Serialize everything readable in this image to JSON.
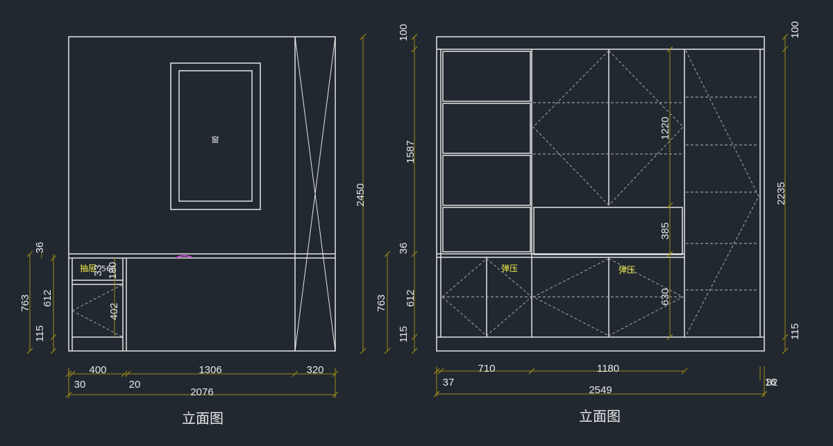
{
  "left": {
    "title": "立面图",
    "window_label": "窗",
    "drawer_label": "抽屉",
    "drawer_note": "560",
    "dims": {
      "total_height": "2450",
      "top_gap": "36",
      "lower_height": "763",
      "lower_inner": "612",
      "base": "115",
      "drawer_a": "33",
      "drawer_b": "180",
      "lower_cell": "402",
      "w_400": "400",
      "w_1306": "1306",
      "w_320": "320",
      "w_30": "30",
      "w_20": "20",
      "total_width": "2076"
    }
  },
  "right": {
    "title": "立面图",
    "push_label_1": "弹压",
    "push_label_2": "弹压",
    "dims": {
      "top_left": "100",
      "top_right": "100",
      "upper_left": "1587",
      "mid_left": "36",
      "lower_left": "763",
      "lower_inner_left": "612",
      "base_left": "115",
      "upper_right_1220": "1220",
      "mid_right_385": "385",
      "lower_right_630": "630",
      "total_right": "2235",
      "base_right": "115",
      "w_710": "710",
      "w_1180": "1180",
      "w_37": "37",
      "total_width": "2549",
      "w_right_a": "16",
      "w_right_b": "32"
    }
  }
}
